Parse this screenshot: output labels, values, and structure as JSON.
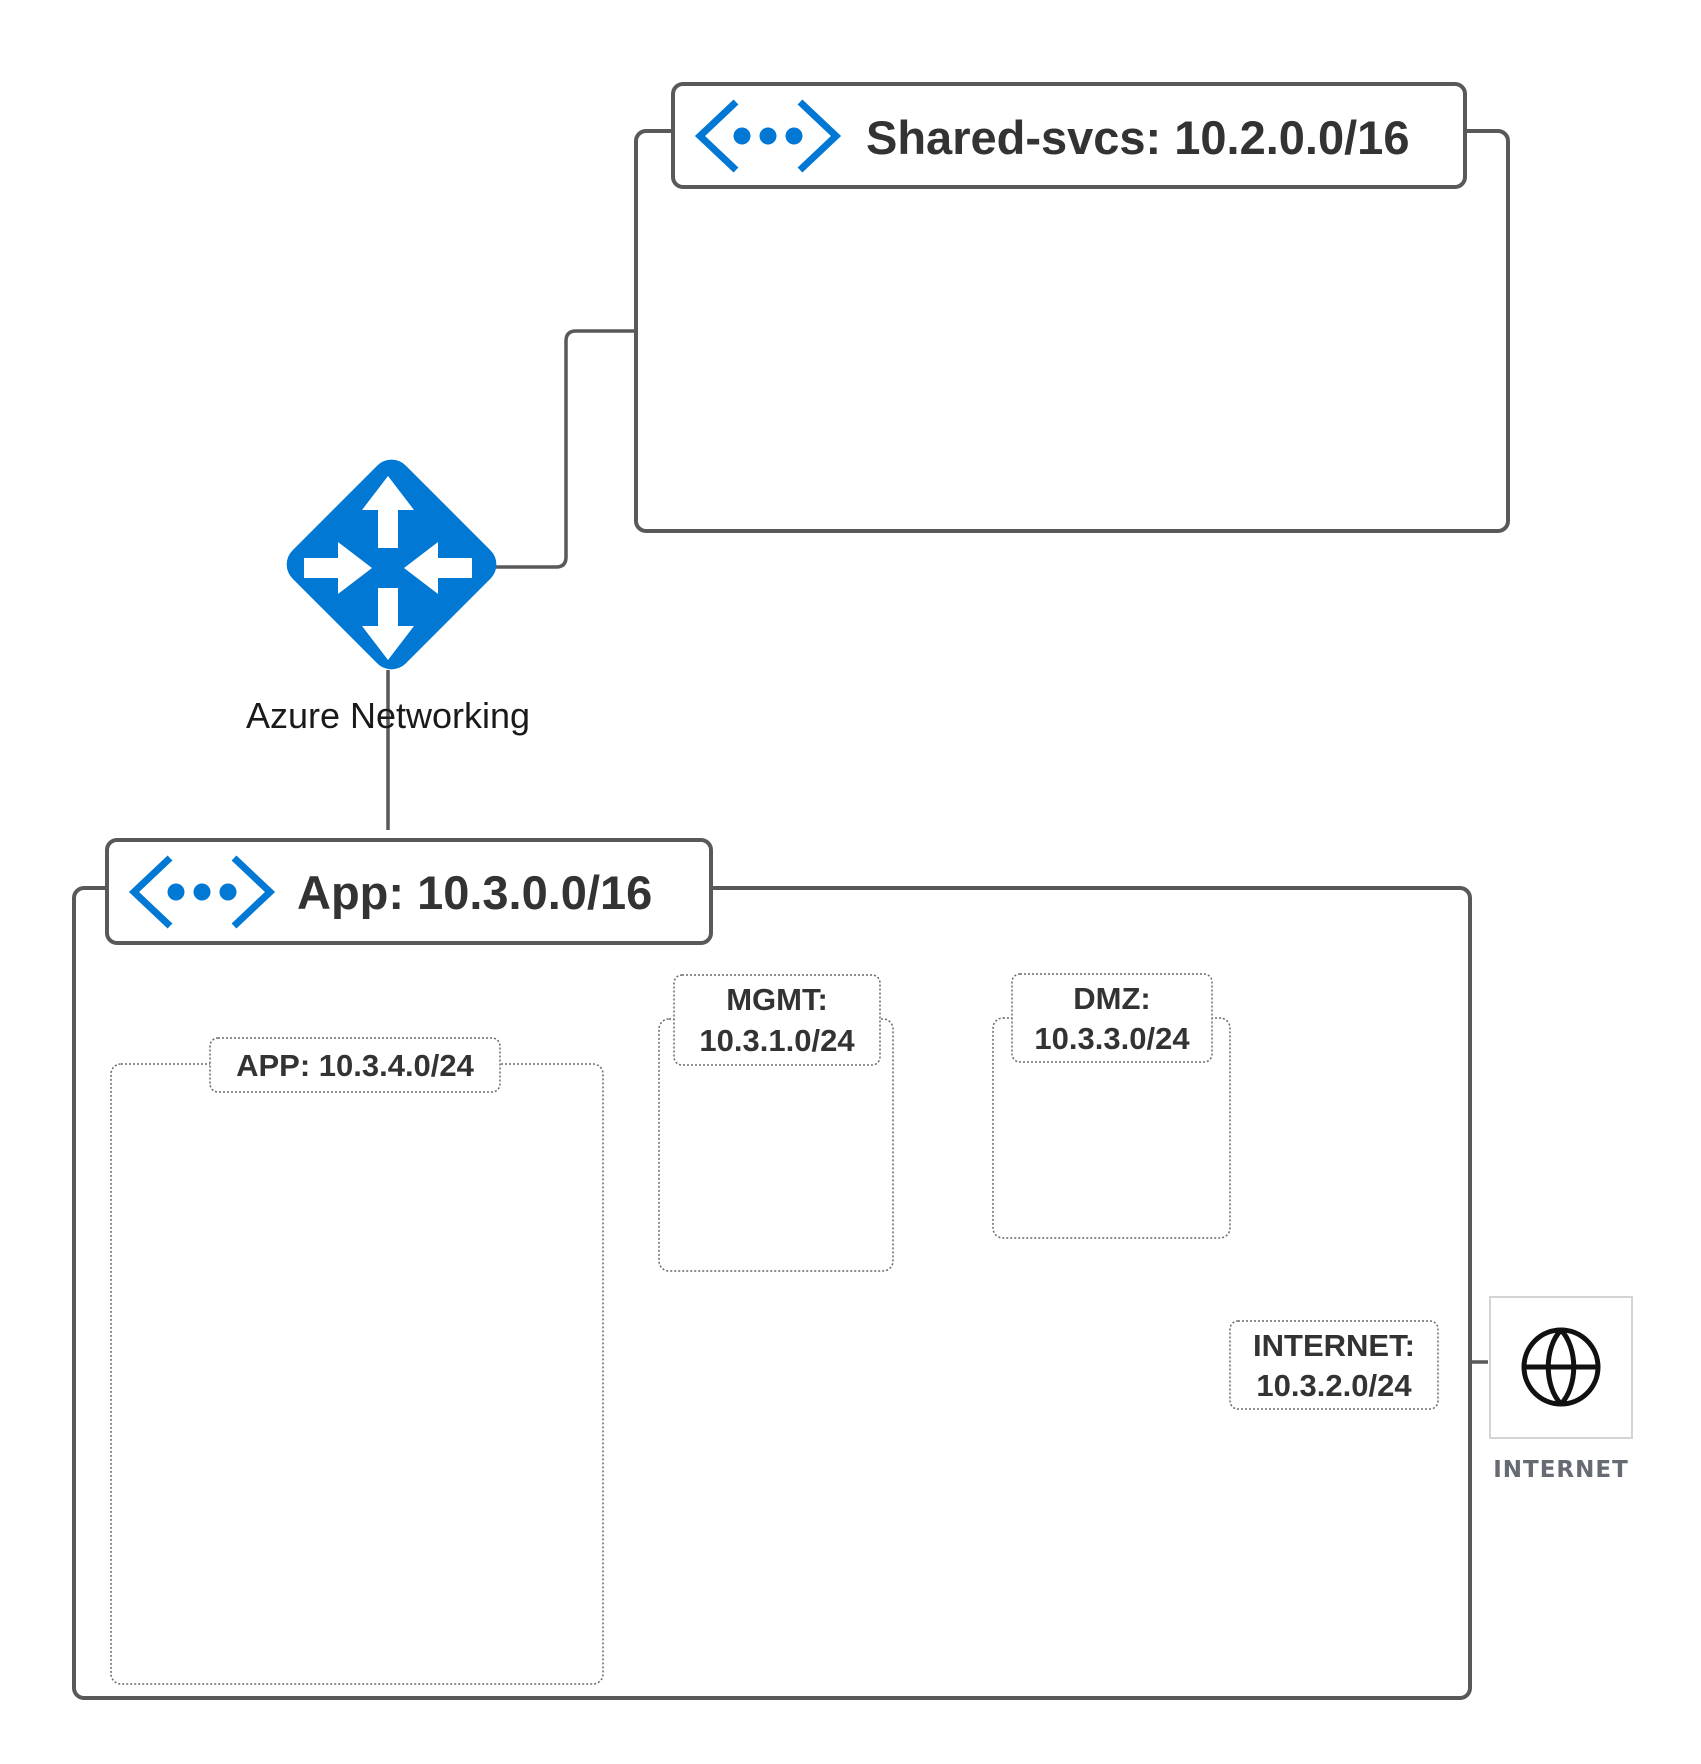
{
  "shared_vnet": {
    "title": "Shared-svcs: 10.2.0.0/16",
    "icon": "virtual-network-icon",
    "icon_color": "#0078D4"
  },
  "router": {
    "label": "Azure Networking",
    "icon": "azure-load-balancer-icon",
    "color": "#0078D4"
  },
  "app_vnet": {
    "title": "App: 10.3.0.0/16",
    "icon": "virtual-network-icon",
    "icon_color": "#0078D4",
    "subnets": {
      "app": {
        "label": "APP: 10.3.4.0/24"
      },
      "mgmt": {
        "label_line1": "MGMT:",
        "label_line2": "10.3.1.0/24"
      },
      "dmz": {
        "label_line1": "DMZ:",
        "label_line2": "10.3.3.0/24"
      },
      "internet": {
        "label_line1": "INTERNET:",
        "label_line2": "10.3.2.0/24"
      }
    }
  },
  "internet_node": {
    "label": "INTERNET",
    "icon": "globe-icon"
  }
}
